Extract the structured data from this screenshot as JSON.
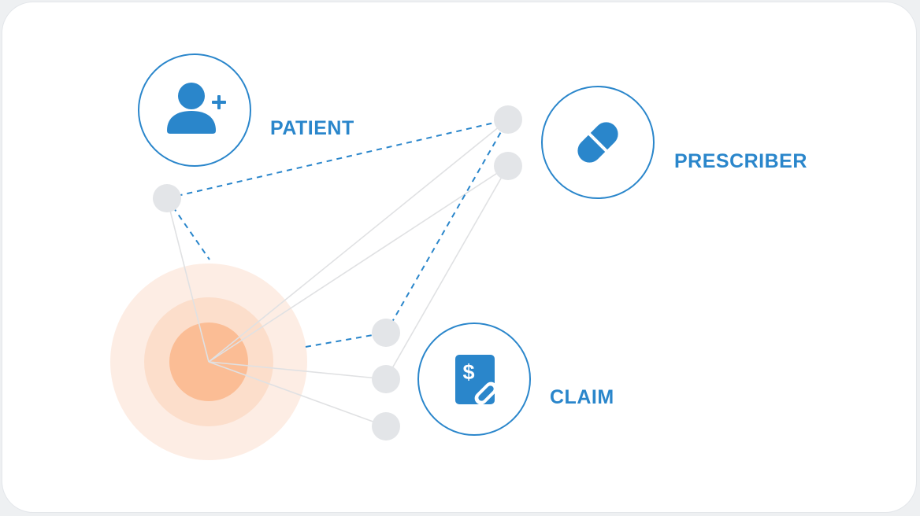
{
  "labels": {
    "patient": "PATIENT",
    "prescriber": "PRESCRIBER",
    "claim": "CLAIM"
  },
  "icons": {
    "patient": "add-user-icon",
    "prescriber": "pill-capsule-icon",
    "claim": "dollar-document-edit-icon"
  },
  "colors": {
    "accent": "#2a86cb",
    "node": "#e3e5e8",
    "link": "#e0e1e3",
    "dashed_link": "#2a86cb",
    "hub": "#fbb58c",
    "background": "#ffffff"
  }
}
